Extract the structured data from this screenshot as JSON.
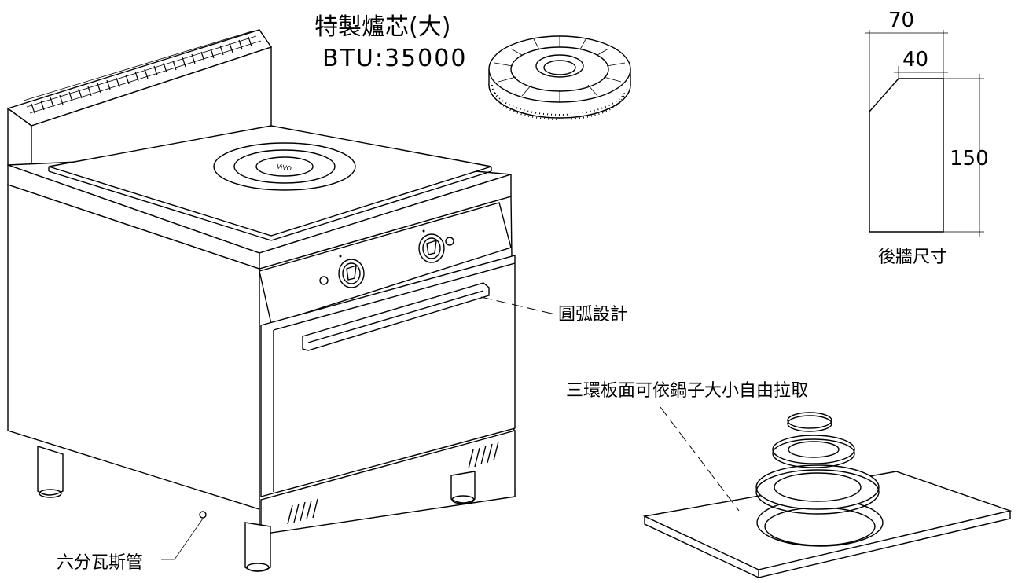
{
  "labels": {
    "burner_title": "特製爐芯(大)",
    "burner_btu": "BTU:35000",
    "arc_design": "圓弧設計",
    "three_ring": "三環板面可依鍋子大小自由拉取",
    "gas_pipe": "六分瓦斯管",
    "backwall_caption": "後牆尺寸"
  },
  "dimensions": {
    "width_top": "70",
    "width_inner": "40",
    "height": "150"
  }
}
